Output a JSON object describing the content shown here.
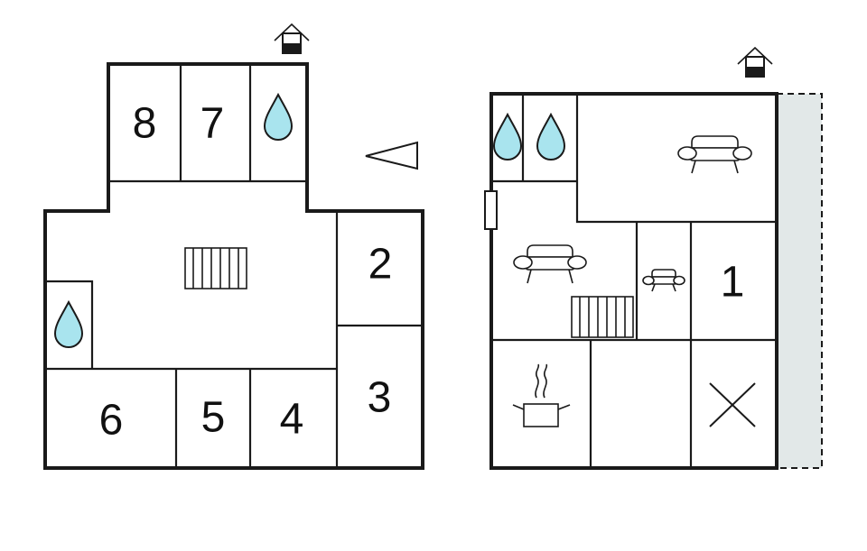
{
  "room_numbers": {
    "r1": "1",
    "r2": "2",
    "r3": "3",
    "r4": "4",
    "r5": "5",
    "r6": "6",
    "r7": "7",
    "r8": "8"
  },
  "icons": {
    "bathroom": "water-drop-icon",
    "living": "sofa-icon",
    "heating": "radiator-icon",
    "kitchen": "cooking-pot-icon",
    "bedroom_cross": "cross-icon",
    "entrance": "house-entrance-icon",
    "direction": "arrow-left-icon"
  },
  "colors": {
    "wall": "#1a1a1a",
    "water": "#a9e4ee",
    "terrace": "#e2e8e8"
  }
}
